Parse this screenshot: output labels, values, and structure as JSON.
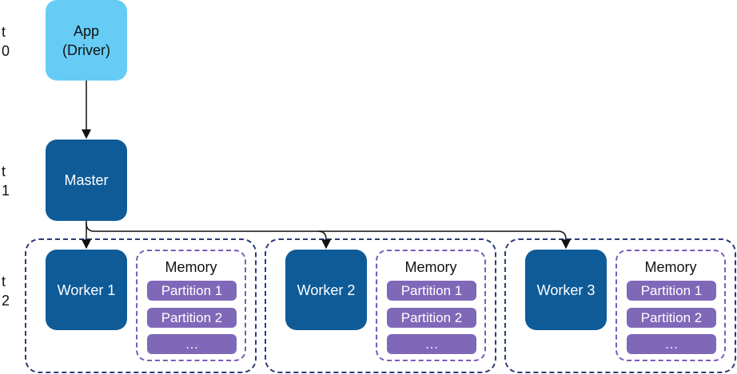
{
  "time_labels": [
    {
      "letter": "t",
      "number": "0"
    },
    {
      "letter": "t",
      "number": "1"
    },
    {
      "letter": "t",
      "number": "2"
    }
  ],
  "app": {
    "line1": "App",
    "line2": "(Driver)"
  },
  "master": {
    "label": "Master"
  },
  "workers": [
    {
      "label": "Worker 1",
      "memory_title": "Memory",
      "partitions": [
        "Partition 1",
        "Partition 2",
        "…"
      ]
    },
    {
      "label": "Worker 2",
      "memory_title": "Memory",
      "partitions": [
        "Partition 1",
        "Partition 2",
        "…"
      ]
    },
    {
      "label": "Worker 3",
      "memory_title": "Memory",
      "partitions": [
        "Partition 1",
        "Partition 2",
        "…"
      ]
    }
  ],
  "colors": {
    "app": "#66ccf5",
    "master_worker": "#0e5b98",
    "partition": "#8068b8",
    "node_border": "#2b3a78",
    "memory_border": "#7a5bb8"
  }
}
